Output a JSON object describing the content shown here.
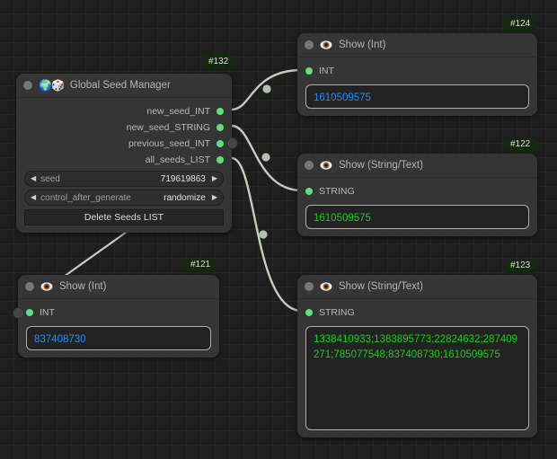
{
  "canvas": {
    "background_color": "#1e1e1e",
    "grid_color": "#2a2a2a",
    "wire_color": "#c3cdbd"
  },
  "nodes": [
    {
      "id_badge": "#132",
      "title": "Global Seed Manager",
      "title_emojis": "🌍🎲",
      "icon": "globe-dice-icon",
      "outputs": [
        {
          "label": "new_seed_INT"
        },
        {
          "label": "new_seed_STRING"
        },
        {
          "label": "previous_seed_INT"
        },
        {
          "label": "all_seeds_LIST"
        }
      ],
      "widgets": [
        {
          "label": "seed",
          "value": "719619863"
        },
        {
          "label": "control_after_generate",
          "value": "randomize"
        }
      ],
      "button": {
        "label": "Delete Seeds LIST"
      }
    },
    {
      "id_badge": "#124",
      "title": "Show (Int)",
      "icon": "eye-icon",
      "input": {
        "label": "INT"
      },
      "value": "1610509575",
      "value_type": "int"
    },
    {
      "id_badge": "#122",
      "title": "Show (String/Text)",
      "icon": "eye-icon",
      "input": {
        "label": "STRING"
      },
      "value": "1610509575",
      "value_type": "string"
    },
    {
      "id_badge": "#123",
      "title": "Show (String/Text)",
      "icon": "eye-icon",
      "input": {
        "label": "STRING"
      },
      "value": "1338410933;1383895773;22824632;287409271;785077548;837408730;1610509575",
      "value_type": "string"
    },
    {
      "id_badge": "#121",
      "title": "Show (Int)",
      "icon": "eye-icon",
      "input": {
        "label": "INT"
      },
      "value": "837408730",
      "value_type": "int"
    }
  ],
  "arrows": {
    "left": "◀",
    "right": "▶"
  }
}
